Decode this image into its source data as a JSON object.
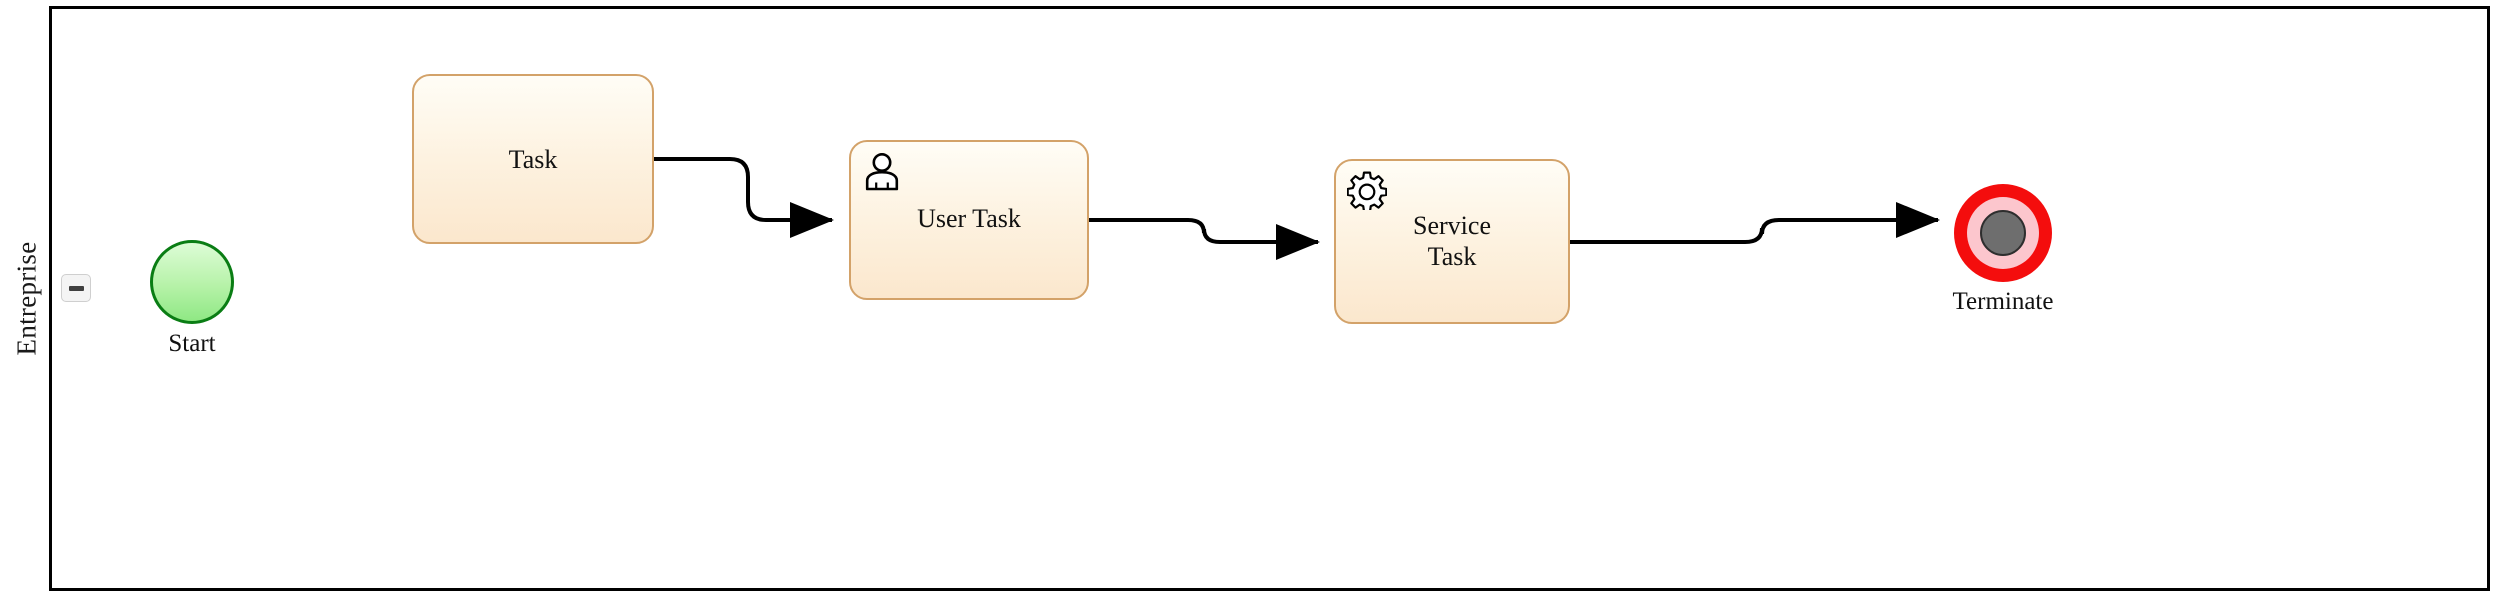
{
  "pool": {
    "lane_label": "Entreprise",
    "collapse_button": {
      "name": "collapse-lane-button",
      "glyph": "minus"
    }
  },
  "palette": {
    "pool_border": "#000000",
    "activity_fill_top": "#fffdf6",
    "activity_fill_bottom": "#fbe7cd",
    "activity_border": "#d3a269",
    "start_fill_top": "#ddfcd6",
    "start_fill_bottom": "#8fe884",
    "start_border": "#0a7d14",
    "end_outer_ring": "#f40d0d",
    "end_mid_ring": "#fcc6cd",
    "end_inner_core": "#6e6e6e",
    "connector": "#000000",
    "collapse_button_fill": "#f4f4f4",
    "collapse_button_border": "#cfcfcf",
    "collapse_glyph": "#404040"
  },
  "elements": {
    "start_event": {
      "label": "Start",
      "type": "start-event"
    },
    "task": {
      "label": "Task",
      "type": "task",
      "icon": null
    },
    "user_task": {
      "label": "User Task",
      "type": "user-task",
      "icon": "user-icon"
    },
    "service_task": {
      "label_line1": "Service",
      "label_line2": "Task",
      "type": "service-task",
      "icon": "gear-icon"
    },
    "end_event": {
      "label": "Terminate",
      "type": "terminate-end-event"
    }
  },
  "flows": [
    {
      "id": "flow-task-to-user-task",
      "from": "task",
      "to": "user_task"
    },
    {
      "id": "flow-user-task-to-service",
      "from": "user_task",
      "to": "service_task"
    },
    {
      "id": "flow-service-to-terminate",
      "from": "service_task",
      "to": "end_event"
    }
  ]
}
